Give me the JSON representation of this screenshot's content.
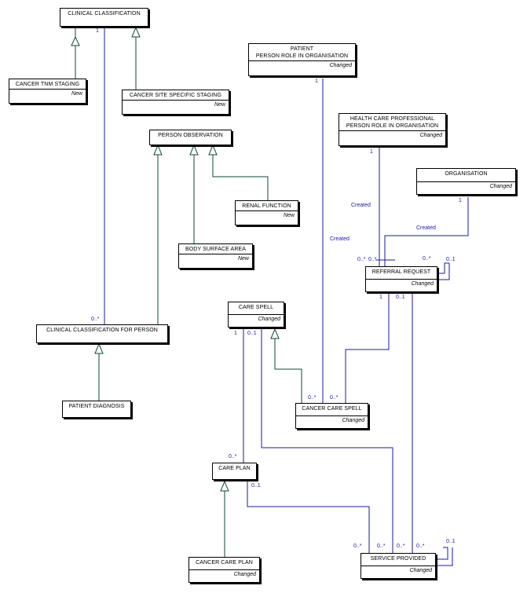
{
  "colors": {
    "association": "#1a1aa6",
    "generalization": "#0f4a3a",
    "box_border": "#000000"
  },
  "entities": {
    "clinical_classification": {
      "name": "CLINICAL CLASSIFICATION",
      "status": ""
    },
    "cancer_tnm_staging": {
      "name": "CANCER TNM STAGING",
      "status": "New"
    },
    "cancer_site_specific_staging": {
      "name": "CANCER SITE SPECIFIC STAGING",
      "status": "New"
    },
    "patient": {
      "name": "PATIENT\nPERSON ROLE IN ORGANISATION",
      "status": "Changed"
    },
    "hcp": {
      "name": "HEALTH CARE PROFESSIONAL\nPERSON ROLE IN ORGANISATION",
      "status": "Changed"
    },
    "person_observation": {
      "name": "PERSON OBSERVATION",
      "status": ""
    },
    "organisation": {
      "name": "ORGANISATION",
      "status": "Changed"
    },
    "renal_function": {
      "name": "RENAL FUNCTION",
      "status": "New"
    },
    "body_surface_area": {
      "name": "BODY SURFACE AREA",
      "status": "New"
    },
    "referral_request": {
      "name": "REFERRAL REQUEST",
      "status": "Changed"
    },
    "care_spell": {
      "name": "CARE SPELL",
      "status": "Changed"
    },
    "clinical_classification_for_person": {
      "name": "CLINICAL CLASSIFICATION FOR PERSON",
      "status": ""
    },
    "patient_diagnosis": {
      "name": "PATIENT DIAGNOSIS",
      "status": ""
    },
    "cancer_care_spell": {
      "name": "CANCER CARE SPELL",
      "status": "Changed"
    },
    "care_plan": {
      "name": "CARE PLAN",
      "status": ""
    },
    "cancer_care_plan": {
      "name": "CANCER CARE PLAN",
      "status": "Changed"
    },
    "service_provided": {
      "name": "SERVICE PROVIDED",
      "status": "Changed"
    }
  },
  "relationship_labels": {
    "created_hcp": "Created",
    "created_patient": "Created",
    "created_org": "Created"
  },
  "multiplicities": {
    "cc_one": "1",
    "ccfp_many": "0..*",
    "patient_one": "1",
    "hcp_one": "1",
    "org_one": "1",
    "rr_in_a": "0..*",
    "rr_in_b": "0..*",
    "rr_self_a": "0..*",
    "rr_self_b": "0..1",
    "rr_one": "1",
    "rr_zero_one": "0..1",
    "cs_one": "1",
    "cs_zero_one": "0..1",
    "ccs_a": "0..*",
    "ccs_b": "0..*",
    "cp_many": "0..*",
    "cp_zero_one": "0..1",
    "sp_a": "0..*",
    "sp_b": "0..*",
    "sp_c": "0..*",
    "sp_d": "0..*",
    "sp_self": "0..1"
  }
}
